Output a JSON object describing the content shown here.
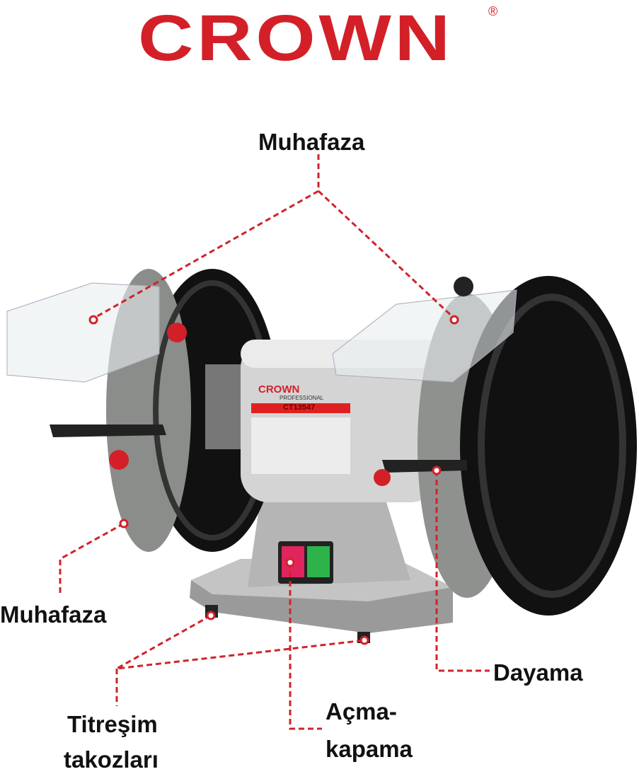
{
  "brand": {
    "logo_text": "CROWN",
    "registered": "®"
  },
  "product": {
    "label_brand": "CROWN",
    "label_sub": "PROFESSIONAL",
    "model": "CT13547"
  },
  "callouts": {
    "guard_top": "Muhafaza",
    "guard_left": "Muhafaza",
    "tool_rest": "Dayama",
    "switch_line1": "Açma-",
    "switch_line2": "kapama",
    "feet_line1": "Titreşim",
    "feet_line2": "takozları"
  },
  "colors": {
    "brand_red": "#d32028",
    "callout_red": "#d0232a"
  }
}
